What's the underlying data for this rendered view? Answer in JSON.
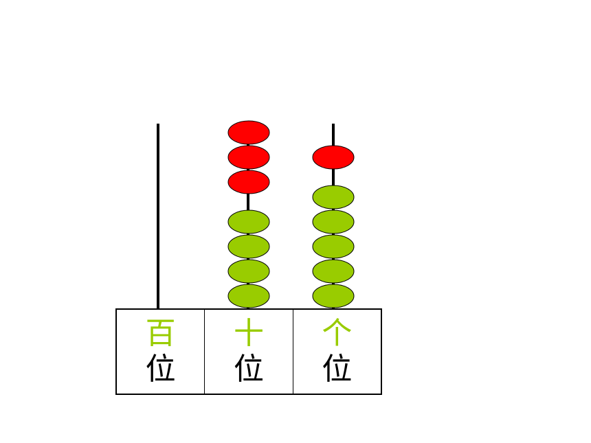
{
  "colors": {
    "red_bead": "#ff0000",
    "green_bead": "#99cc00",
    "label_green": "#99cc00",
    "rod": "#000000"
  },
  "columns": [
    {
      "place": "百",
      "suffix": "位",
      "red_beads": 0,
      "green_beads": 0
    },
    {
      "place": "十",
      "suffix": "位",
      "red_beads": 3,
      "green_beads": 4
    },
    {
      "place": "个",
      "suffix": "位",
      "red_beads": 1,
      "green_beads": 5
    }
  ]
}
